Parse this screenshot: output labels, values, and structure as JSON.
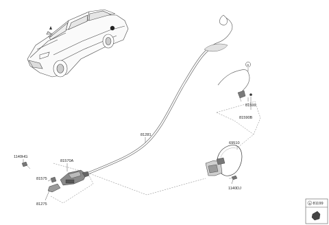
{
  "parts": {
    "p81281": "81281",
    "p81570a": "81570A",
    "p1140hg": "1140HG",
    "p81575": "81575",
    "p81275": "81275",
    "p81599": "81599",
    "p81590b": "81590B",
    "p69510": "69510",
    "p1140dj": "1140DJ"
  },
  "callout": {
    "marker": "a"
  },
  "legend": {
    "marker": "a",
    "part": "81199"
  }
}
